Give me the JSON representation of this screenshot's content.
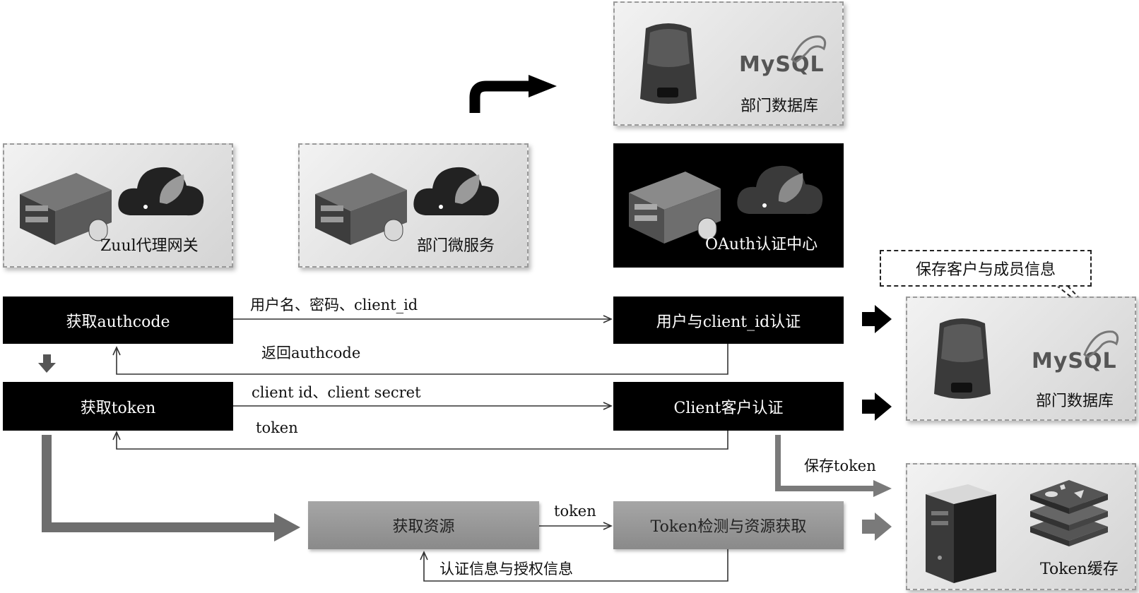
{
  "cards": {
    "zuul": "Zuul代理网关",
    "dept_service": "部门微服务",
    "oauth": "OAuth认证中心",
    "dept_db_top": "部门数据库",
    "dept_db_right": "部门数据库",
    "token_cache": "Token缓存"
  },
  "logos": {
    "mysql_top": "MySQL",
    "mysql_right": "MySQL"
  },
  "callout": "保存客户与成员信息",
  "boxes": {
    "get_authcode": "获取authcode",
    "user_client_auth": "用户与client_id认证",
    "get_token": "获取token",
    "client_auth": "Client客户认证",
    "get_resource": "获取资源",
    "token_check": "Token检测与资源获取"
  },
  "flow_labels": {
    "credentials": "用户名、密码、client_id",
    "return_authcode": "返回authcode",
    "client_secret": "client id、client secret",
    "token_return": "token",
    "save_token": "保存token",
    "token_request": "token",
    "auth_info": "认证信息与授权信息"
  },
  "colors": {
    "black": "#000000",
    "grey_box": "#999999",
    "card_light": "#e6e6e6",
    "line": "#555555"
  }
}
